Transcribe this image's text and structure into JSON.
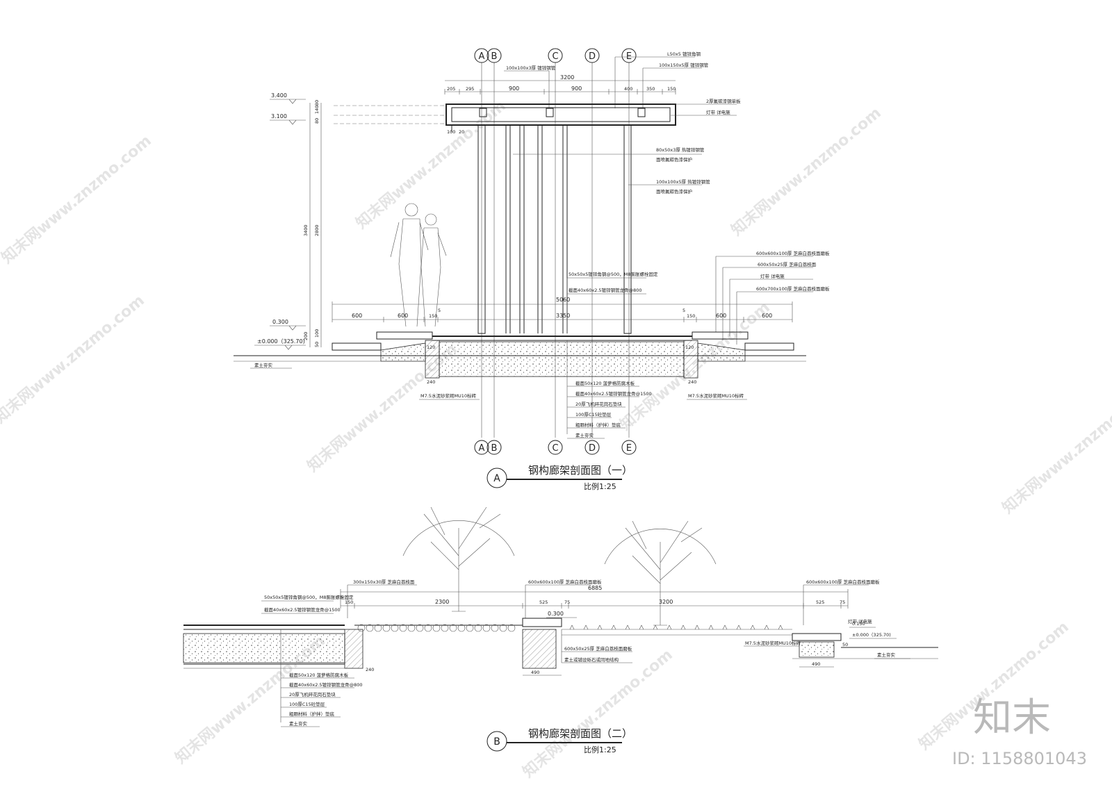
{
  "section_a": {
    "axes_top": [
      "A",
      "B",
      "C",
      "D",
      "E"
    ],
    "axes_bottom": [
      "A",
      "B",
      "C",
      "D",
      "E"
    ],
    "top_dims": [
      "205",
      "295",
      "900",
      "900",
      "400",
      "350",
      "150"
    ],
    "overall_dim": "3200",
    "level_labels": [
      "3.400",
      "3.100",
      "0.300",
      "±0.000（325.70)"
    ],
    "vertical_dims": [
      "3400",
      "2800",
      "80",
      "140",
      "80",
      "100",
      "200",
      "50"
    ],
    "small_dims": [
      "100",
      "20"
    ],
    "bottom_dims": [
      "600",
      "600",
      "150",
      "5",
      "3350",
      "5",
      "150",
      "600",
      "600"
    ],
    "base_dim": "5060",
    "footing_dims": [
      "120",
      "240",
      "120",
      "240"
    ],
    "notes_top_right": [
      "L50x5 镀锌角钢",
      "100x150x5厚 镀锌钢管",
      "2厚氟碳漆钢单板",
      "灯带 详电施",
      "80x50x3厚 热镀锌钢管",
      "面喷氟碳色漆保护",
      "100x100x5厚 热镀锌钢管",
      "面喷氟碳色漆保护"
    ],
    "note_top_left": "100x100x3厚 镀锌钢管",
    "notes_right": [
      "600x600x100厚 芝麻白荔枝面磨板",
      "600x50x25厚 芝麻白荔枝面",
      "灯带 详电施",
      "600x700x100厚 芝麻白荔枝面磨板"
    ],
    "notes_mid": [
      "50x50x5镀锌角钢@500，M8膨胀螺栓固定",
      "截面40x60x2.5镀锌钢管龙骨@800"
    ],
    "notes_bottom": [
      "截面50x120 菠萝格防腐木板",
      "截面40x60x2.5镀锌钢管龙骨@1500",
      "20厚飞机碎花岗石垫块",
      "100厚C15砼垫层",
      "粗颗材料（护拌）垫底",
      "素土夯实"
    ],
    "note_ground": "素土夯实",
    "note_footing_left": "M7.5水泥砂浆砌MU10标砖",
    "note_footing_right": "M7.5水泥砂浆砌MU10标砖",
    "title": "钢构廊架剖面图（一）",
    "scale": "比例1:25",
    "mark": "A"
  },
  "section_b": {
    "top_labels": [
      "300x150x30厚 芝麻白荔枝面",
      "600x600x100厚 芝麻白荔枝面磨板",
      "600x600x100厚 芝麻白荔枝面磨板"
    ],
    "left_notes": [
      "50x50x5镀锌角钢@500，M8膨胀螺栓固定",
      "截面40x60x2.5镀锌钢管龙骨@1500"
    ],
    "dims": [
      "150",
      "5",
      "2300",
      "525",
      "75",
      "3200",
      "525",
      "75"
    ],
    "total_dim": "6885",
    "level_labels": [
      "0.300",
      "0.150",
      "±0.000（325.70)"
    ],
    "mid_notes": [
      "600x50x25厚 芝麻白荔枝面磨板",
      "素土或铺设砾石或同地结构"
    ],
    "right_notes": [
      "灯带 详电施",
      "M7.5水泥砂浆砌MU10标砖",
      "素土夯实"
    ],
    "small_dims": [
      "150",
      "240",
      "490",
      "490",
      "240",
      "50"
    ],
    "bottom_notes": [
      "截面50x120 菠萝格防腐木板",
      "截面40x60x2.5镀锌钢管龙骨@800",
      "20厚飞机碎花岗石垫块",
      "100厚C15砼垫层",
      "粗颗材料（护拌）垫底",
      "素土夯实"
    ],
    "title": "钢构廊架剖面图（二）",
    "scale": "比例1:25",
    "mark": "B"
  },
  "watermark": {
    "text": "知末网www.znzmo.com",
    "brand": "知末",
    "id": "ID: 1158801043"
  }
}
